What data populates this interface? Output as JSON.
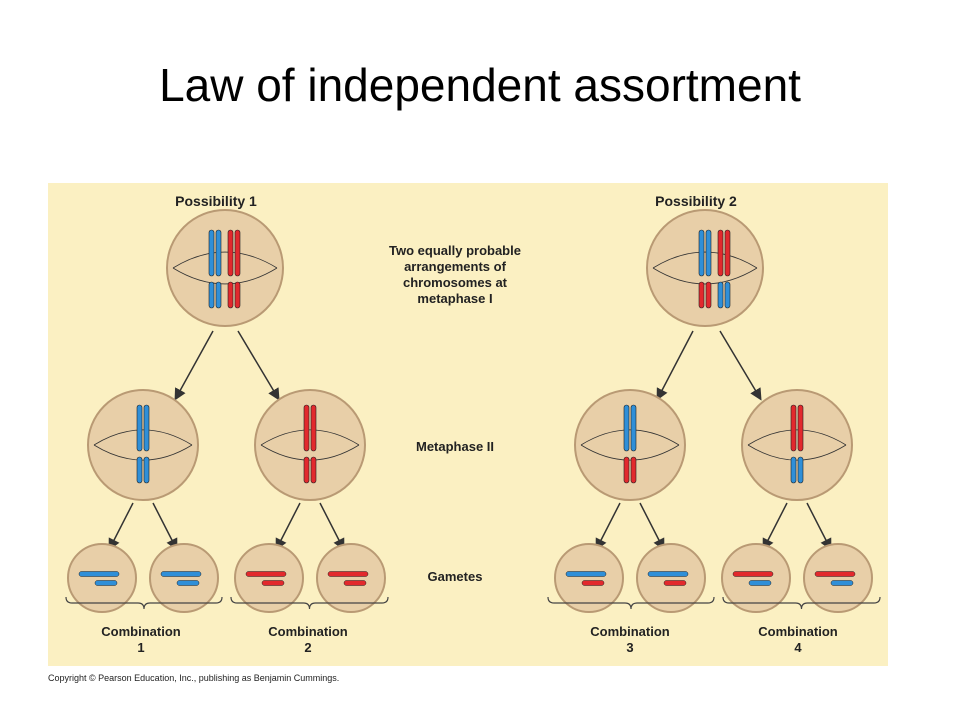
{
  "slide": {
    "title": "Law of independent assortment"
  },
  "figure": {
    "possibility_labels": [
      "Possibility 1",
      "Possibility 2"
    ],
    "metaphase1_caption": [
      "Two equally probable",
      "arrangements of",
      "chromosomes at",
      "metaphase I"
    ],
    "metaphase2_label": "Metaphase II",
    "gametes_label": "Gametes",
    "combination_word": "Combination",
    "combination_numbers": [
      "1",
      "2",
      "3",
      "4"
    ],
    "copyright": "Copyright © Pearson Education, Inc., publishing as Benjamin Cummings."
  },
  "colors": {
    "background": "#fbf0c2",
    "cell_fill": "#e8cfa8",
    "cell_stroke": "#b99a74",
    "blue_chromosome": "#2f8fd8",
    "red_chromosome": "#e2292d"
  }
}
